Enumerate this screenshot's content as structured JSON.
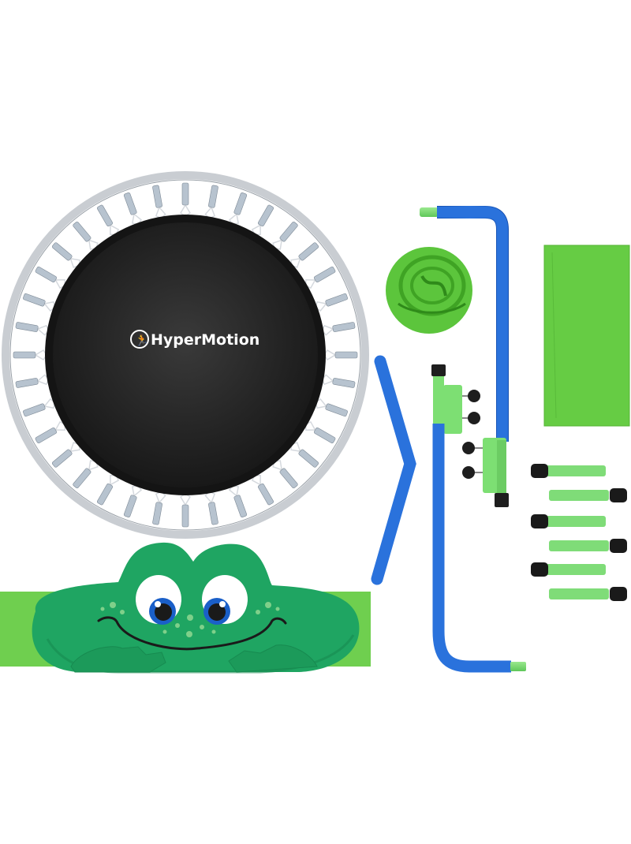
{
  "image": {
    "description": "Product kit photo of a children's trampoline with handle bar, frog-themed padding cover and legs",
    "background": "#ffffff"
  },
  "trampoline": {
    "brand": "HyperMotion",
    "spring_count": 36,
    "colors": {
      "frame": "#c9cdd2",
      "mat": "#1e1e1e",
      "spring": "#b7c3cf",
      "logo": "#ffffff"
    }
  },
  "frog_pad": {
    "colors": {
      "body": "#1fa562",
      "strap": "#6fcf4f",
      "eye_white": "#ffffff",
      "iris": "#1a5fc8",
      "pupil": "#1a1a1a",
      "spots": "#7fd08a",
      "mouth": "#1a1a1a"
    }
  },
  "parts": {
    "padding_bundle": {
      "color": "#5cc53c"
    },
    "folded_cover": {
      "color": "#66cc44"
    },
    "handle_tubes": {
      "color": "#1c5fc4",
      "end_color": "#7ddf73"
    },
    "legs": {
      "count": 6,
      "tube_color": "#7fdc78",
      "cap_color": "#1a1a1a"
    },
    "knobs": {
      "count": 4,
      "color": "#1e1e1e"
    }
  }
}
